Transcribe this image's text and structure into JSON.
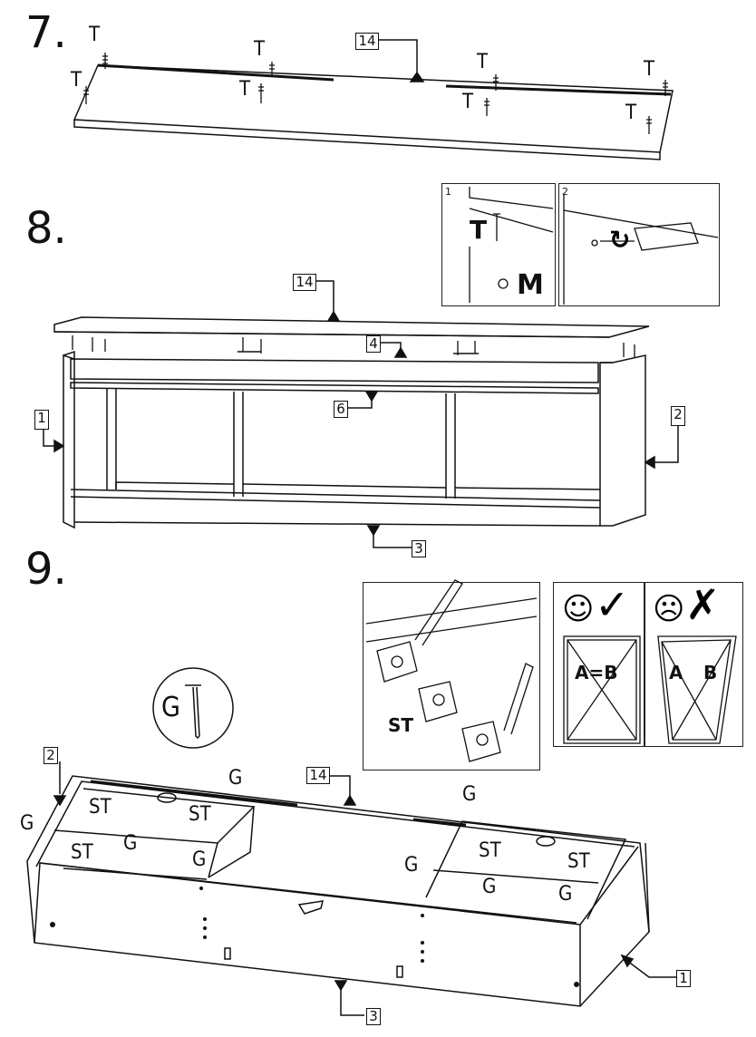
{
  "steps": {
    "step7": {
      "number": "7.",
      "panel_id": "14",
      "fastener_label": "T"
    },
    "step8": {
      "number": "8.",
      "part_ids": [
        "14",
        "4",
        "6",
        "1",
        "2",
        "3"
      ],
      "detail1": {
        "index": "1",
        "fastener": "T",
        "cam": "M"
      },
      "detail2": {
        "index": "2"
      }
    },
    "step9": {
      "number": "9.",
      "nail_label": "G",
      "part_ids": [
        "2",
        "14",
        "1",
        "3"
      ],
      "fastener_labels": {
        "G": "G",
        "ST": "ST"
      },
      "staple_detail": {
        "label": "ST"
      },
      "check": {
        "good": "A=B",
        "bad_a": "A",
        "bad_b": "B"
      }
    }
  }
}
